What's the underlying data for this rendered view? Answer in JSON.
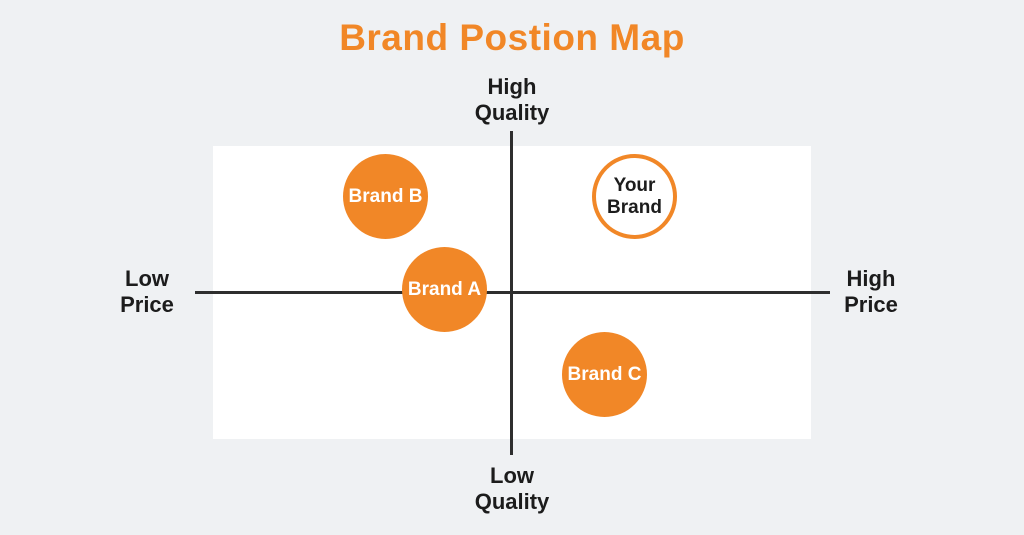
{
  "title": "Brand Postion Map",
  "colors": {
    "accent": "#F18727",
    "background": "#EFF1F3",
    "plot_bg": "#FFFFFF",
    "axis": "#2E2E2E",
    "text_dark": "#1C1C1C",
    "bubble_text": "#FFFFFF"
  },
  "axis_labels": {
    "top": {
      "lines": [
        "High",
        "Quality"
      ]
    },
    "bottom": {
      "lines": [
        "Low",
        "Quality"
      ]
    },
    "left": {
      "lines": [
        "Low",
        "Price"
      ]
    },
    "right": {
      "lines": [
        "High",
        "Price"
      ]
    }
  },
  "bubbles": [
    {
      "name": "brand-b",
      "label": "Brand B",
      "style": "filled"
    },
    {
      "name": "your-brand",
      "lines": [
        "Your",
        "Brand"
      ],
      "style": "outlined"
    },
    {
      "name": "brand-a",
      "label": "Brand A",
      "style": "filled"
    },
    {
      "name": "brand-c",
      "label": "Brand C",
      "style": "filled"
    }
  ],
  "chart_data": {
    "type": "scatter",
    "title": "Brand Postion Map",
    "x_axis": {
      "left_label": "Low Price",
      "right_label": "High Price",
      "range": [
        -1,
        1
      ]
    },
    "y_axis": {
      "bottom_label": "Low Quality",
      "top_label": "High Quality",
      "range": [
        -1,
        1
      ]
    },
    "grid": false,
    "legend": "none",
    "points": [
      {
        "label": "Brand B",
        "x": -0.42,
        "y": 0.65,
        "price": "low",
        "quality": "high",
        "marker": "filled-circle"
      },
      {
        "label": "Your Brand",
        "x": 0.41,
        "y": 0.65,
        "price": "high",
        "quality": "high",
        "marker": "outlined-circle"
      },
      {
        "label": "Brand A",
        "x": -0.22,
        "y": 0.02,
        "price": "low",
        "quality": "mid",
        "marker": "filled-circle"
      },
      {
        "label": "Brand C",
        "x": 0.31,
        "y": -0.56,
        "price": "high",
        "quality": "low",
        "marker": "filled-circle"
      }
    ]
  }
}
